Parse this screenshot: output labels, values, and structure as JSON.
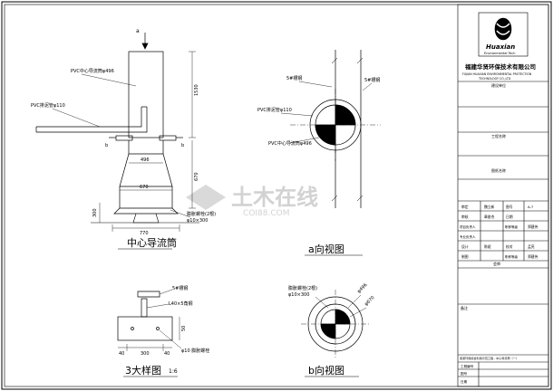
{
  "watermark": {
    "cn": "土木在线",
    "url": "COI88.COM"
  },
  "title_block": {
    "logo_text": "Huaxian",
    "logo_sub": "Environmental Tech",
    "company_cn": "福建华贤环保技术有限公司",
    "company_en_1": "FUJIAN HUAXIAN ENVIRONMENTAL PROTECTION",
    "company_en_2": "TECHNOLOGY CO.,LTD",
    "rows": [
      "建设单位",
      "工程名称",
      "图纸名称"
    ],
    "sig_rows": [
      [
        "审定",
        "魏立新",
        "图号",
        "A-7"
      ],
      [
        "审核",
        "章俊杰",
        "日期",
        ""
      ],
      [
        "项目负责人",
        "",
        "职称等级",
        "郑建伟"
      ],
      [
        "专业负责人",
        "",
        "",
        ""
      ],
      [
        "设计",
        "陈斌",
        "校对",
        "孟亮"
      ],
      [
        "制图",
        "",
        "职称等级",
        "郑建伟"
      ]
    ],
    "meeting_label": "会审",
    "notes_label": "备注",
    "drawing_title": "某某环保综合利用示范工程 - 中心导流筒（一）",
    "foot_rows": [
      "工程编号",
      "图号",
      "日期"
    ]
  },
  "views": {
    "main": {
      "caption": "中心导流筒",
      "arrow_label": "a",
      "labels": {
        "pvc_pipe": "PVC中心导流筒φ496",
        "pvc_small": "PVC排泥管φ110",
        "anchor": "膨胀螺栓(2根)",
        "anchor2": "φ10×300",
        "section_mark": "b"
      },
      "dims": {
        "h1": "1530",
        "h2": "670",
        "w1": "496",
        "w2": "670",
        "w3": "770",
        "base": "300"
      }
    },
    "a_view": {
      "caption": "a向视图",
      "labels": {
        "steel5_left": "5#槽钢",
        "steel5_right": "5#槽钢",
        "pvc_small": "PVC排泥管φ110",
        "pvc_pipe": "PVC中心导流筒φ496"
      }
    },
    "detail3": {
      "caption": "3大样图",
      "scale": "1:6",
      "labels": {
        "steel": "5#槽钢",
        "angle": "L40×5角钢",
        "bolt": "φ10 膨胀螺栓"
      },
      "dims": {
        "d1": "40",
        "d2": "300",
        "d3": "40",
        "h": "50"
      }
    },
    "b_view": {
      "caption": "b向视图",
      "labels": {
        "anchor": "膨胀螺栓(2根)",
        "anchor2": "φ10×300",
        "d1": "φ496",
        "d2": "φ670"
      }
    }
  }
}
